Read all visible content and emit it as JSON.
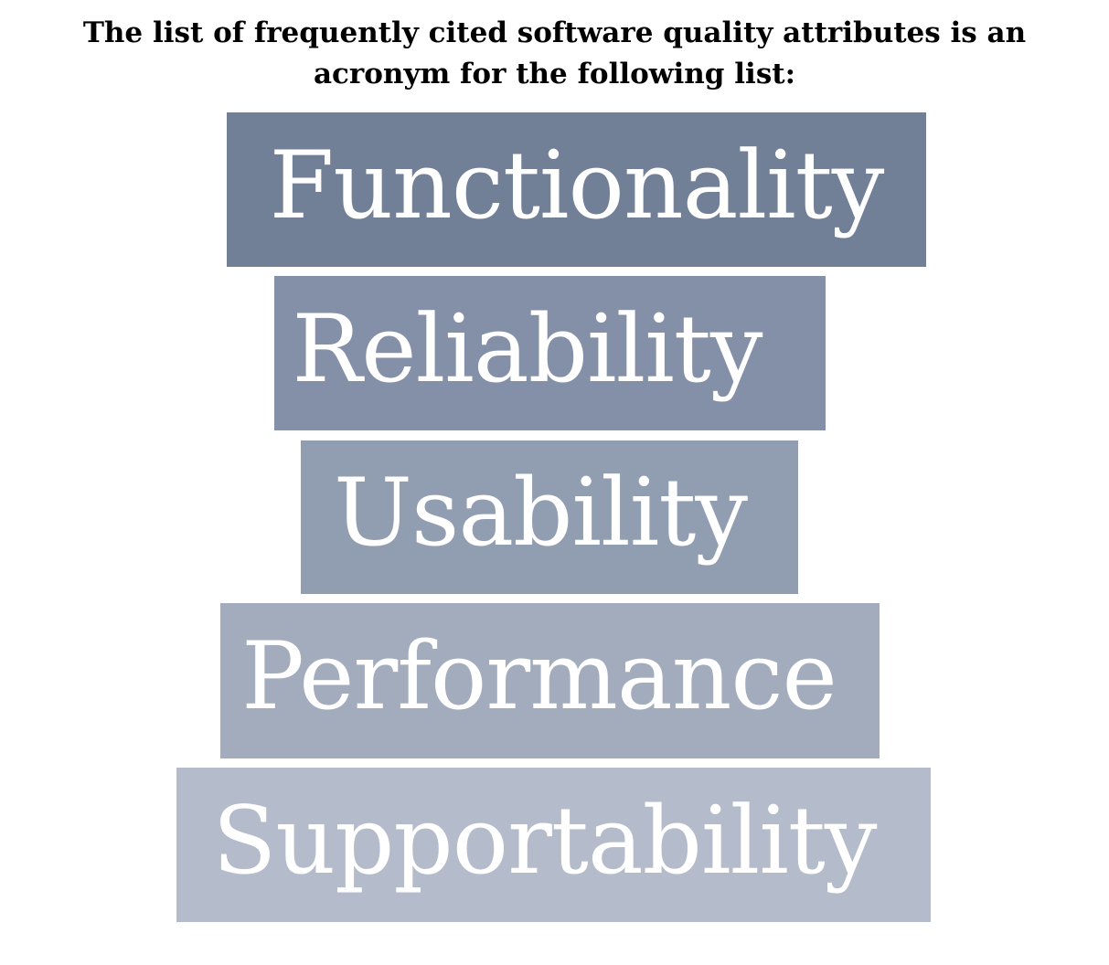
{
  "heading": {
    "line1": "The list of frequently cited software quality attributes is an",
    "line2": "acronym for the following list:"
  },
  "attributes": [
    {
      "label": "Functionality",
      "color": "#717f97"
    },
    {
      "label": "Reliability",
      "color": "#8390a7"
    },
    {
      "label": "Usability",
      "color": "#919db0"
    },
    {
      "label": "Performance",
      "color": "#a2acbd"
    },
    {
      "label": "Supportability",
      "color": "#b4bbca"
    }
  ]
}
